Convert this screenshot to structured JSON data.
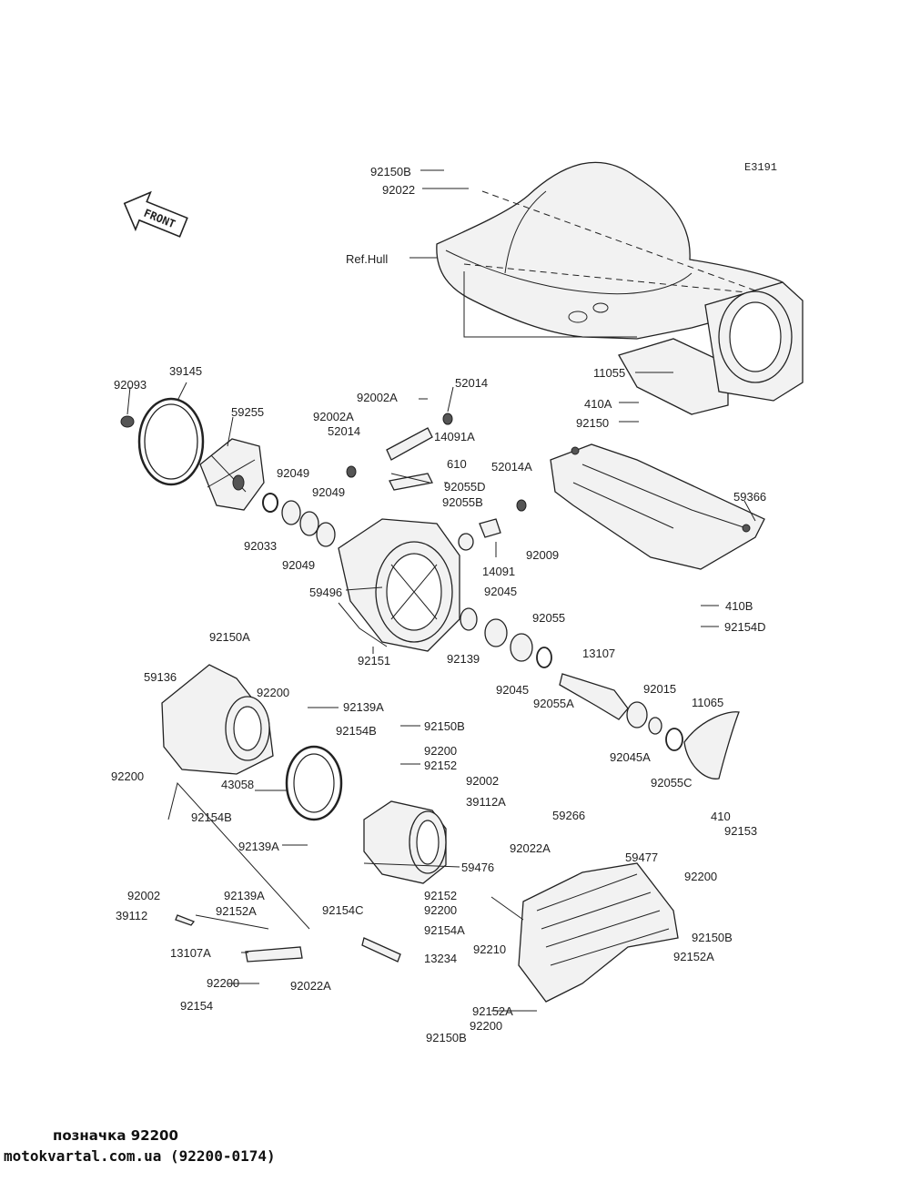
{
  "diagram": {
    "code": "E3191",
    "front_label": "FRONT",
    "ref_label": "Ref.Hull",
    "labels": [
      "92150B",
      "92022",
      "Ref.Hull",
      "11055",
      "410A",
      "92150",
      "92093",
      "39145",
      "59255",
      "92002A",
      "52014",
      "92002A",
      "52014",
      "14091A",
      "610",
      "52014A",
      "92055D",
      "92055B",
      "92049",
      "92049",
      "92033",
      "92049",
      "59366",
      "14091",
      "92009",
      "59496",
      "92045",
      "92055",
      "13107",
      "92139",
      "92045",
      "92055A",
      "92015",
      "11065",
      "92045A",
      "92055C",
      "410",
      "92153",
      "410B",
      "92154D",
      "92151",
      "92150A",
      "59136",
      "92200",
      "92139A",
      "92154B",
      "92150B",
      "92200",
      "92152",
      "92002",
      "39112A",
      "92200",
      "43058",
      "92154B",
      "92139A",
      "59476",
      "59266",
      "92022A",
      "59477",
      "92200",
      "92150B",
      "92152A",
      "92002",
      "92139A",
      "92152A",
      "92152",
      "92200",
      "39112",
      "92154C",
      "92154A",
      "13107A",
      "13234",
      "92210",
      "92200",
      "92022A",
      "92154",
      "92152A",
      "92200",
      "92150B"
    ]
  },
  "footer": {
    "caption": "позначка 92200",
    "site": "motokvartal.com.ua (92200-0174)"
  }
}
